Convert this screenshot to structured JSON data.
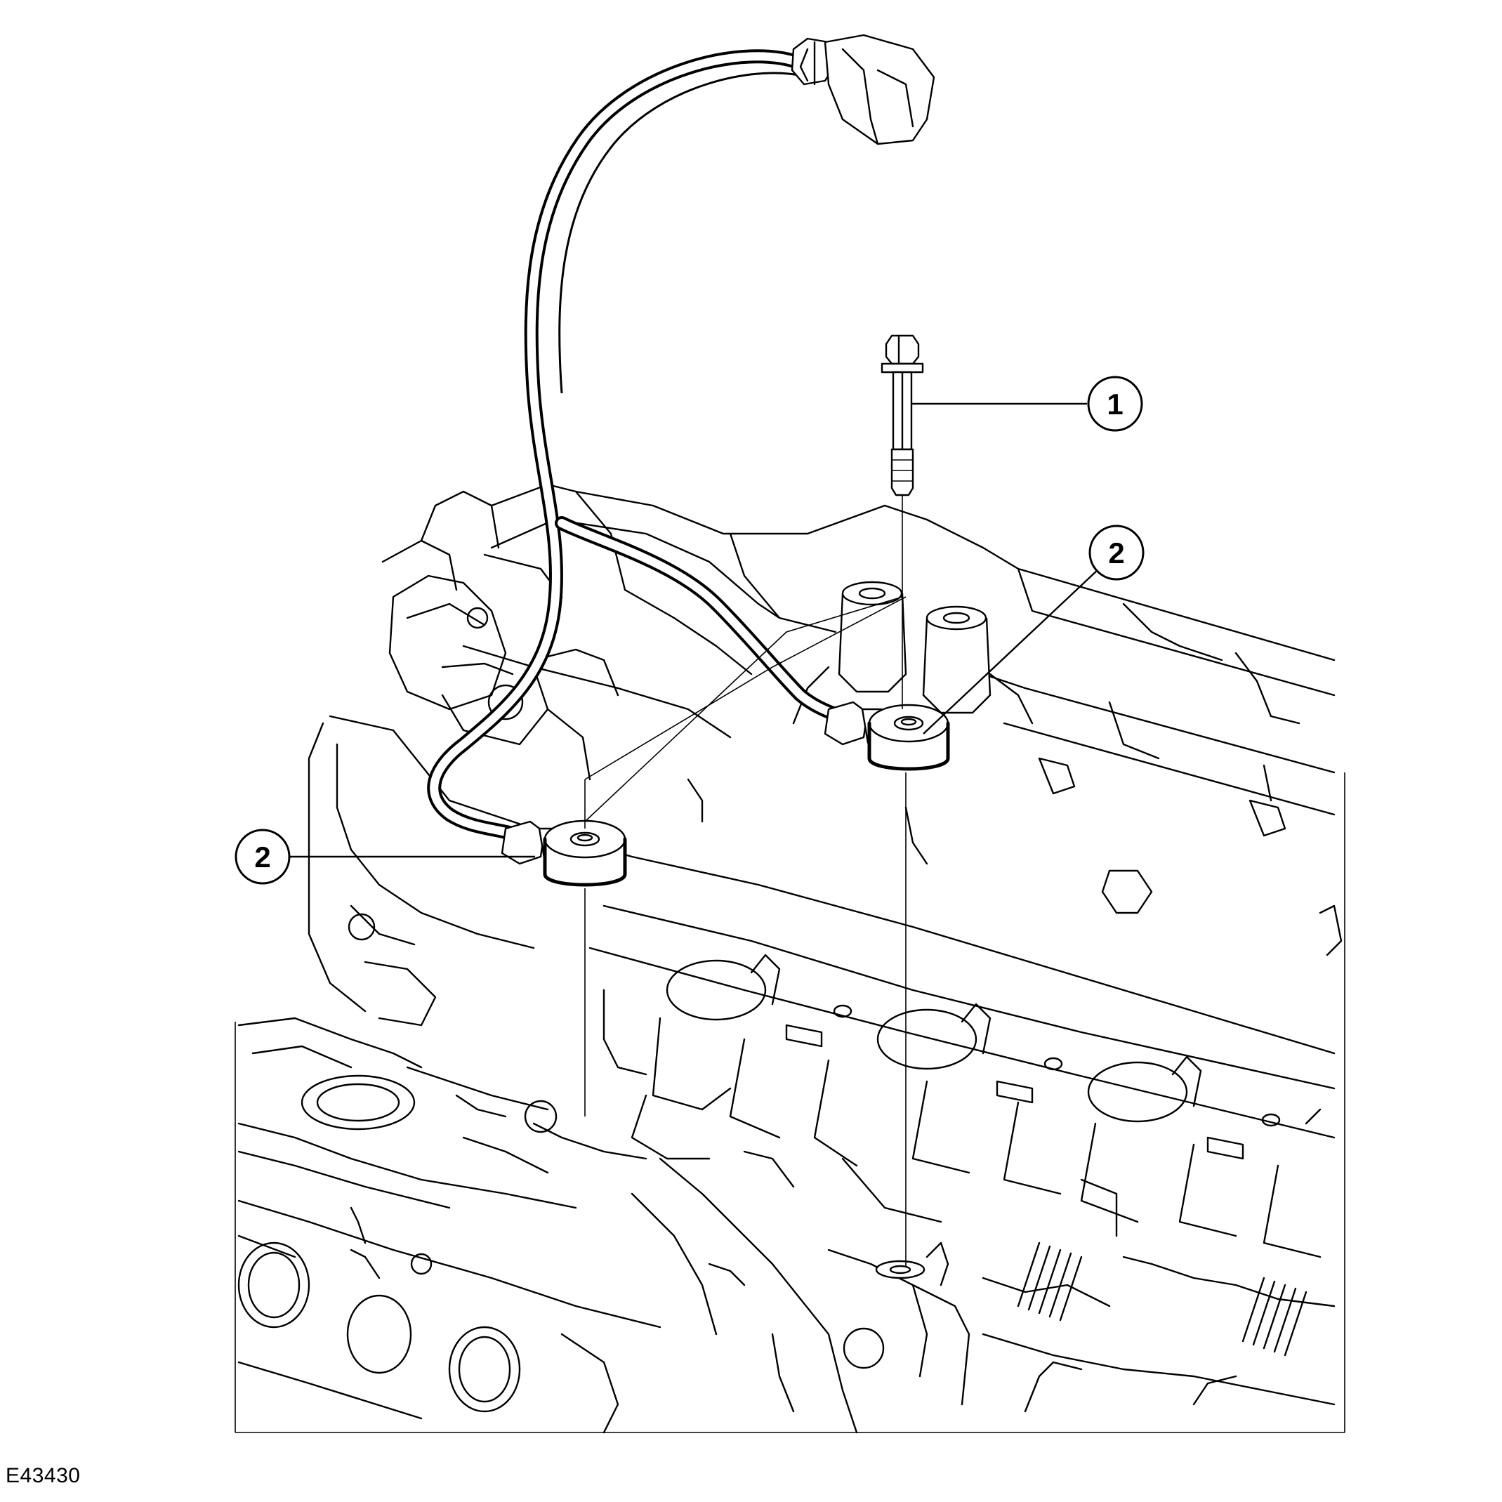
{
  "figure": {
    "id": "E43430"
  },
  "callouts": [
    {
      "label": "1",
      "part": "bolt"
    },
    {
      "label": "2",
      "part": "knock-sensor-right"
    },
    {
      "label": "2",
      "part": "knock-sensor-left"
    }
  ]
}
